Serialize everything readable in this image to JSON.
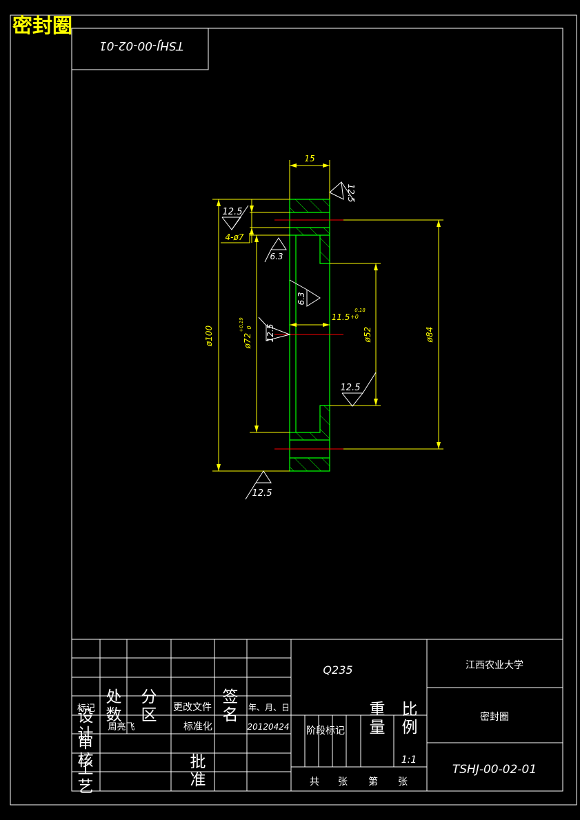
{
  "title_corner": "密封圈",
  "drawing_code_rotated": "TSHJ-00-02-01",
  "dims": {
    "width": "15",
    "rough_top": "12.5",
    "rough_left_top": "12.5",
    "holes": "4-ø7",
    "rough_hole": "6.3",
    "rough_inner": "6.3",
    "tol_main": "11.5",
    "tol_main_sup": "0.18",
    "tol_main_sub": "+0",
    "rough_mid_left": "12.5",
    "d100": "ø100",
    "d72": "ø72",
    "d72_sub": "0",
    "d72_sup": "+0.19",
    "d52": "ø52",
    "d84": "ø84",
    "rough_right_low": "12.5",
    "rough_bottom": "12.5"
  },
  "titleblock": {
    "material": "Q235",
    "university": "江西农业大学",
    "part_name": "密封圈",
    "code": "TSHJ-00-02-01",
    "h_mark": "标记",
    "h_count": "处数",
    "h_zone": "分区",
    "h_doc": "更改文件",
    "h_sign": "签名",
    "h_date": "年、月、日",
    "r_design": "设计",
    "r_name": "周亮飞",
    "r_std": "标准化",
    "r_dateval": "20120424",
    "r_review": "审核",
    "r_process": "工艺",
    "r_approve": "批准",
    "stage": "阶段标记",
    "weight": "重量",
    "scale": "比例",
    "scale_val": "1:1",
    "total": "共",
    "zhang1": "张",
    "di": "第",
    "zhang2": "张"
  }
}
